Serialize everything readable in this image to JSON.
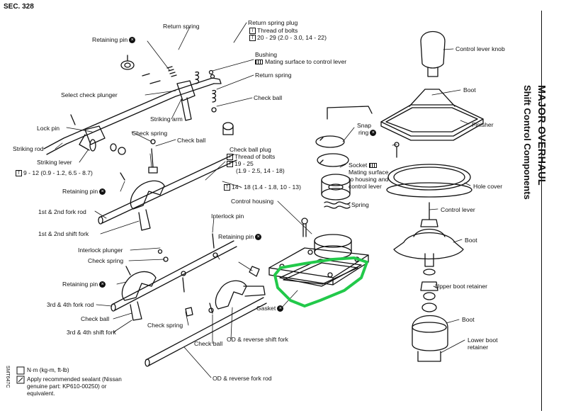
{
  "section": "SEC. 328",
  "title_main": "MAJOR OVERHAUL",
  "title_sub": "Shift Control Components",
  "side_code": "SMT647C",
  "legend": {
    "torque": "N·m (kg-m, ft-lb)",
    "sealant_1": "Apply recommended sealant (Nissan",
    "sealant_2": "genuine part: KP610-00250) or",
    "sealant_3": "equivalent."
  },
  "labels": {
    "return_spring": "Return spring",
    "return_spring_plug": "Return spring plug",
    "thread_of_bolts_1": "Thread of bolts",
    "torque_plug": "20 - 29 (2.0 - 3.0, 14 - 22)",
    "retaining_pin_1": "Retaining pin",
    "bushing": "Bushing",
    "mating_surface_lever": "Mating surface to control lever",
    "return_spring_2": "Return spring",
    "select_check_plunger": "Select check plunger",
    "check_ball_1": "Check ball",
    "striking_arm": "Striking arm",
    "lock_pin": "Lock pin",
    "striking_rod": "Striking rod",
    "striking_lever": "Striking lever",
    "torque_lever": "9 - 12 (0.9 - 1.2, 6.5 - 8.7)",
    "check_spring_1": "Check spring",
    "check_ball_2": "Check ball",
    "check_ball_plug": "Check ball plug",
    "thread_of_bolts_2": "Thread of bolts",
    "torque_ball_1": "19 - 25",
    "torque_ball_2": "(1.9 - 2.5, 14 - 18)",
    "torque_housing": "14 - 18 (1.4 - 1.8, 10 - 13)",
    "retaining_pin_2": "Retaining pin",
    "fork_rod_12": "1st & 2nd fork rod",
    "shift_fork_12": "1st & 2nd shift fork",
    "interlock_plunger": "Interlock plunger",
    "check_spring_2": "Check spring",
    "retaining_pin_3": "Retaining pin",
    "fork_rod_34": "3rd & 4th fork rod",
    "check_ball_3": "Check ball",
    "shift_fork_34": "3rd & 4th shift fork",
    "check_spring_3": "Check spring",
    "interlock_pin": "Interlock pin",
    "retaining_pin_4": "Retaining pin",
    "gasket": "Gasket",
    "od_shift_fork": "OD & reverse shift fork",
    "check_ball_4": "Check ball",
    "od_fork_rod": "OD & reverse fork rod",
    "control_housing": "Control housing",
    "snap_ring_1": "Snap",
    "snap_ring_2": "ring",
    "socket": "Socket",
    "socket_mating_1": "Mating surface",
    "socket_mating_2": "to housing and",
    "socket_mating_3": "control lever",
    "spring": "Spring",
    "control_lever_knob": "Control lever knob",
    "boot_1": "Boot",
    "finisher": "Finisher",
    "hole_cover": "Hole cover",
    "control_lever": "Control lever",
    "boot_2": "Boot",
    "upper_boot_retainer": "Upper boot retainer",
    "boot_3": "Boot",
    "lower_boot_retainer_1": "Lower boot",
    "lower_boot_retainer_2": "retainer"
  },
  "highlight_color": "#22c94a"
}
